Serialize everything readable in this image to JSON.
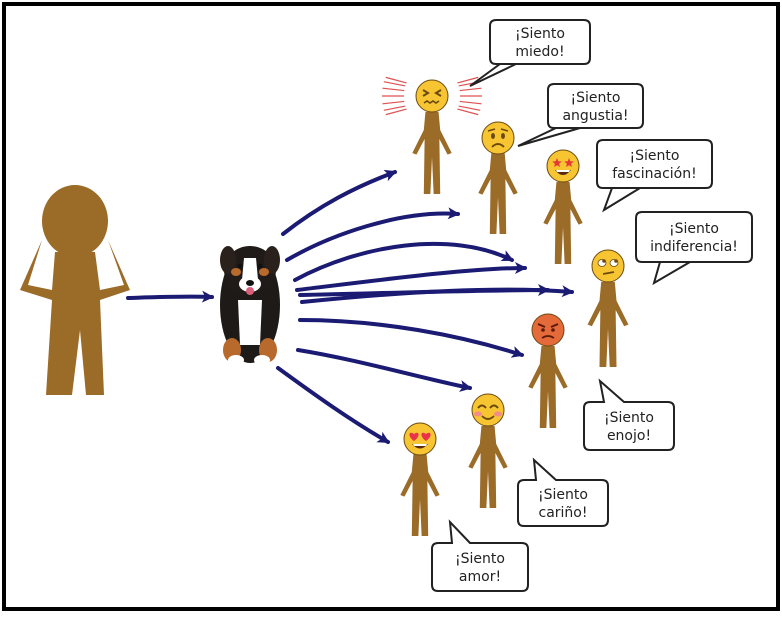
{
  "colors": {
    "frame": "#000000",
    "person": "#9b6b28",
    "arrow": "#1b1b74",
    "emoji_face": "#f7c531",
    "emoji_line": "#6b4a12",
    "anger_face": "#e46a3a",
    "heart": "#e8334a",
    "star": "#e53935",
    "blush": "#f28c8c",
    "shock": "#e05050",
    "bubble_fill": "#ffffff",
    "bubble_stroke": "#222222"
  },
  "figures": {
    "source": {
      "name": "person",
      "icon": "person-figure-icon"
    },
    "stimulus": {
      "name": "dog",
      "icon": "dog-icon"
    }
  },
  "reactions": [
    {
      "key": "miedo",
      "emoji": "scared-face-icon",
      "bubble": {
        "line1": "¡Siento",
        "line2": "miedo!"
      }
    },
    {
      "key": "angustia",
      "emoji": "worried-face-icon",
      "bubble": {
        "line1": "¡Siento",
        "line2": "angustia!"
      }
    },
    {
      "key": "fascinacion",
      "emoji": "star-struck-face-icon",
      "bubble": {
        "line1": "¡Siento",
        "line2": "fascinación!"
      }
    },
    {
      "key": "indiferencia",
      "emoji": "eye-roll-face-icon",
      "bubble": {
        "line1": "¡Siento",
        "line2": "indiferencia!"
      }
    },
    {
      "key": "enojo",
      "emoji": "angry-face-icon",
      "bubble": {
        "line1": "¡Siento",
        "line2": "enojo!"
      }
    },
    {
      "key": "carino",
      "emoji": "smiling-face-icon",
      "bubble": {
        "line1": "¡Siento",
        "line2": "cariño!"
      }
    },
    {
      "key": "amor",
      "emoji": "heart-eyes-face-icon",
      "bubble": {
        "line1": "¡Siento",
        "line2": "amor!"
      }
    }
  ]
}
